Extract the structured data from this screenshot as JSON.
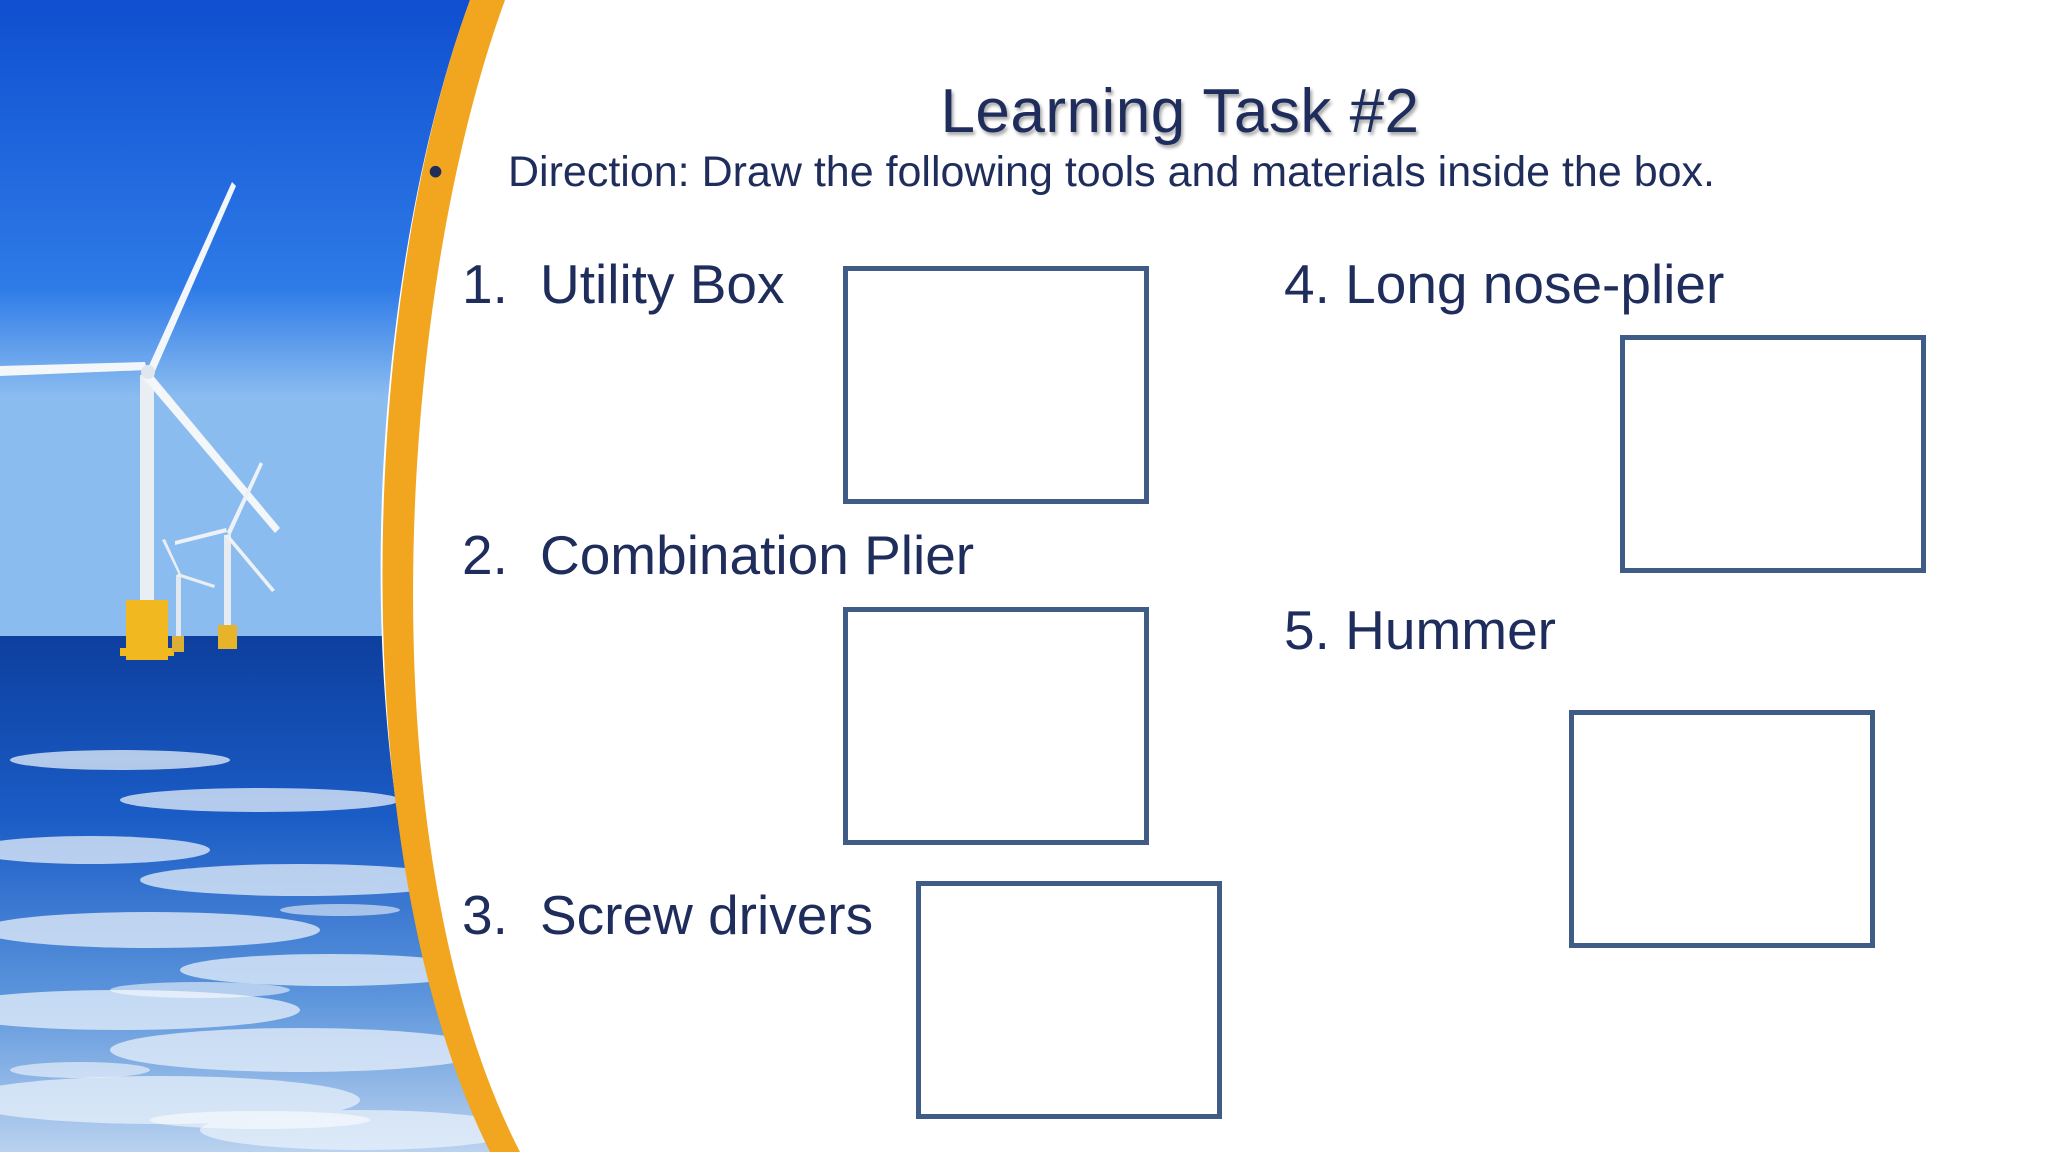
{
  "slide": {
    "title": "Learning Task #2",
    "bullet": "•",
    "direction": "Direction: Draw the following tools and materials inside the box."
  },
  "items": [
    {
      "number": "1.",
      "label": "Utility Box"
    },
    {
      "number": "2.",
      "label": "Combination Plier"
    },
    {
      "number": "3.",
      "label": "Screw drivers"
    },
    {
      "number": "4.",
      "label": "Long nose-plier"
    },
    {
      "number": "5.",
      "label": "Hummer"
    }
  ],
  "colors": {
    "text": "#1f2d5c",
    "box_border": "#3e5c86",
    "swoosh": "#f2a51e",
    "sky": "#1e63d6",
    "sea": "#1b4fb0"
  },
  "decor": {
    "image": "offshore-wind-turbines-photo"
  }
}
